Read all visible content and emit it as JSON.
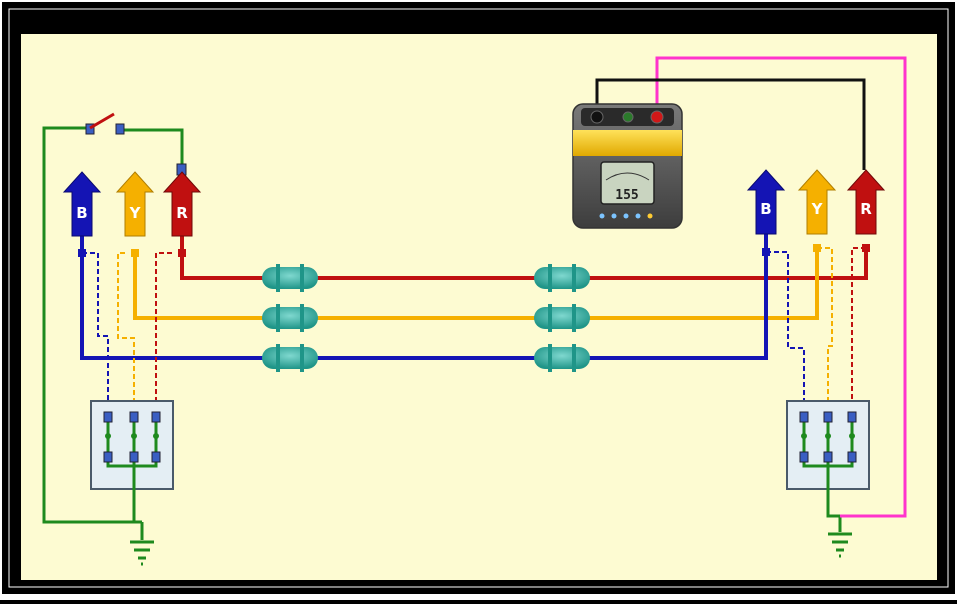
{
  "diagram": {
    "phases_left": [
      {
        "label": "B",
        "color": "#1414b4"
      },
      {
        "label": "Y",
        "color": "#f5b000"
      },
      {
        "label": "R",
        "color": "#c01010"
      }
    ],
    "phases_right": [
      {
        "label": "B",
        "color": "#1414b4"
      },
      {
        "label": "Y",
        "color": "#f5b000"
      },
      {
        "label": "R",
        "color": "#c01010"
      }
    ],
    "meter": {
      "reading": "155",
      "body_color": "#5c5c5c",
      "accent_color": "#f2c400"
    },
    "colors": {
      "background": "#fdfbd2",
      "earth": "#1e8a1e",
      "magenta": "#ff33cc",
      "insulator": "#2aa79b",
      "blue": "#1414b4",
      "yellow": "#f5b000",
      "red": "#c01010"
    }
  }
}
